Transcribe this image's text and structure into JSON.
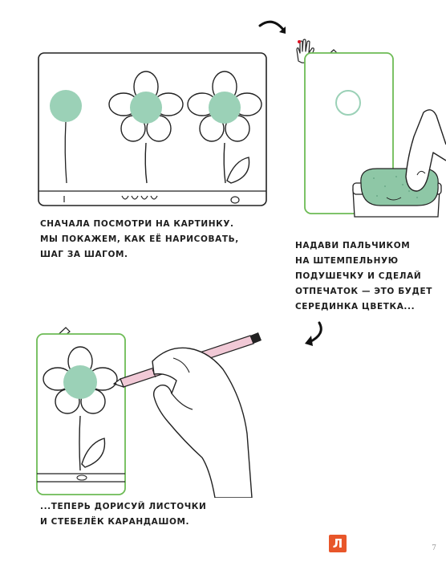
{
  "captions": {
    "step1": [
      "Сначала посмотри на картинку.",
      "Мы покажем, как её нарисовать,",
      "шаг за шагом."
    ],
    "step2": [
      "Надави пальчиком",
      "на штемпельную",
      "подушечку и сделай",
      "отпечаток — это будет",
      "серединка цветка..."
    ],
    "step3": [
      "...теперь дорисуй листочки",
      "и стебелёк карандашом."
    ]
  },
  "colors": {
    "accent_green": "#6dbb55",
    "flower_center": "#9bd1b7",
    "stamp_pad": "#8ec7a6",
    "pencil_pink": "#f1c9d6",
    "publisher_orange": "#e8562a"
  },
  "icons": [
    "curved-arrow-icon",
    "hand-icon",
    "pencil-icon",
    "publisher-logo-icon"
  ],
  "logo_letter": "Л",
  "page_number": "7"
}
